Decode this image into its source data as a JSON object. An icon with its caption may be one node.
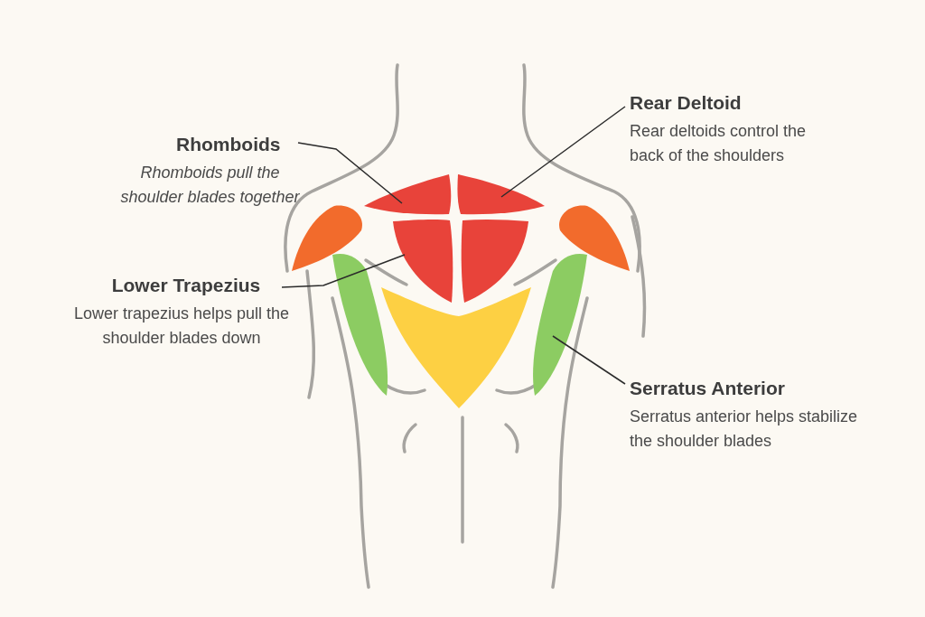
{
  "diagram": {
    "nodes": [
      {
        "text": [
          "Rhomboids",
          "Rhomboids pull the shoulder blades together"
        ]
      },
      {
        "text": [],
        "shape": "picture"
      },
      {
        "text": [
          "Rear Deltoid",
          "Rear deltoids control the back of the shoulders"
        ]
      },
      {
        "text": [],
        "shape": "picture"
      },
      {
        "text": [
          "Lower Trapezius",
          "Lower trapezius helps pull the shoulder blades down"
        ]
      },
      {
        "text": [],
        "shape": "picture"
      },
      {
        "text": [
          "Serratus Anterior",
          "Serratus anterior helps stabilize the shoulder blades"
        ]
      },
      {
        "text": [],
        "shape": "picture"
      },
      {
        "text": [],
        "shape": "picture"
      },
      {
        "text": [],
        "shape": "picture"
      },
      {
        "text": [],
        "shape": "picture"
      },
      {
        "text": [],
        "shape": "picture"
      },
      {
        "text": [],
        "shape": "picture"
      }
    ],
    "edges": [
      {
        "from": 0,
        "to": 1,
        "arrow": "none"
      },
      {
        "from": 2,
        "to": 3,
        "arrow": "none"
      },
      {
        "from": 4,
        "to": 5,
        "arrow": "none"
      },
      {
        "from": 6,
        "to": 7,
        "arrow": "none"
      }
    ]
  }
}
